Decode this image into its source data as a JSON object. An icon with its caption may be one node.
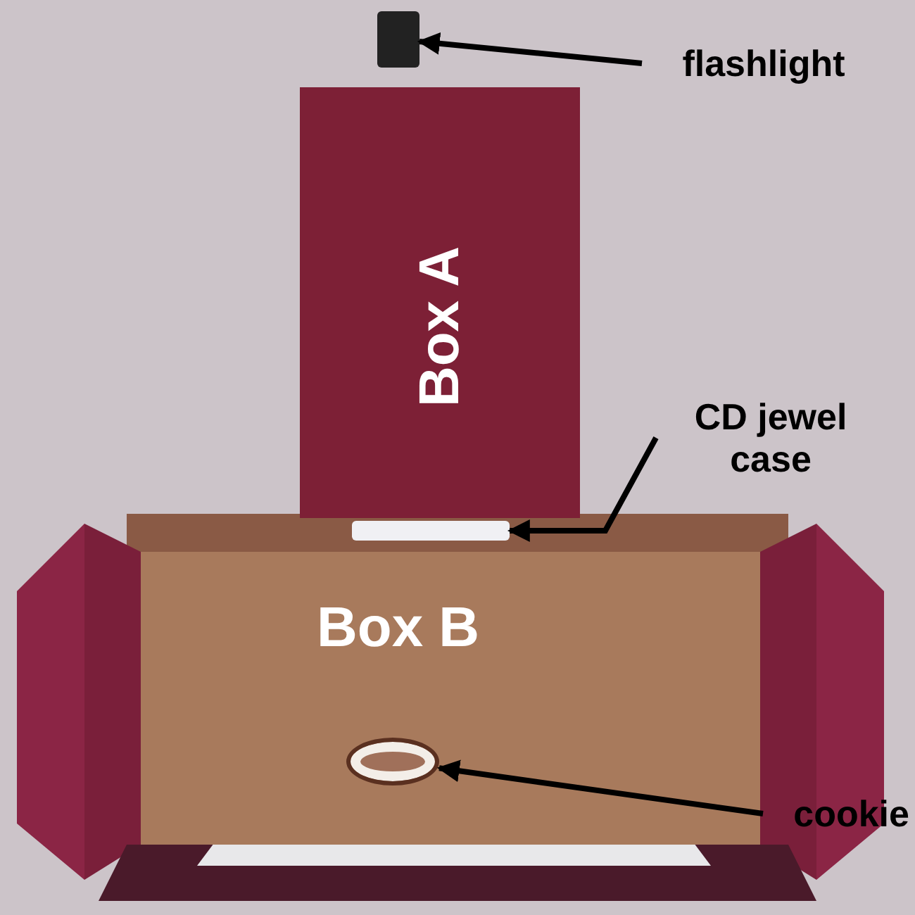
{
  "diagram": {
    "nodes": [
      {
        "text": [
          "Box A"
        ]
      },
      {
        "text": [],
        "shape": "box"
      },
      {
        "text": [
          "flashlight"
        ]
      },
      {
        "text": [
          "Box B"
        ]
      },
      {
        "text": [],
        "shape": "box"
      },
      {
        "text": [
          "CD jewel case"
        ]
      },
      {
        "text": [],
        "shape": "circle",
        "in": 3
      },
      {
        "text": [
          "cookie"
        ]
      }
    ],
    "edges": [
      {
        "from": 2,
        "to": 1,
        "arrow": "to"
      },
      {
        "from": 5,
        "to": 4,
        "arrow": "to"
      },
      {
        "from": 7,
        "to": 6,
        "arrow": "to"
      }
    ]
  }
}
